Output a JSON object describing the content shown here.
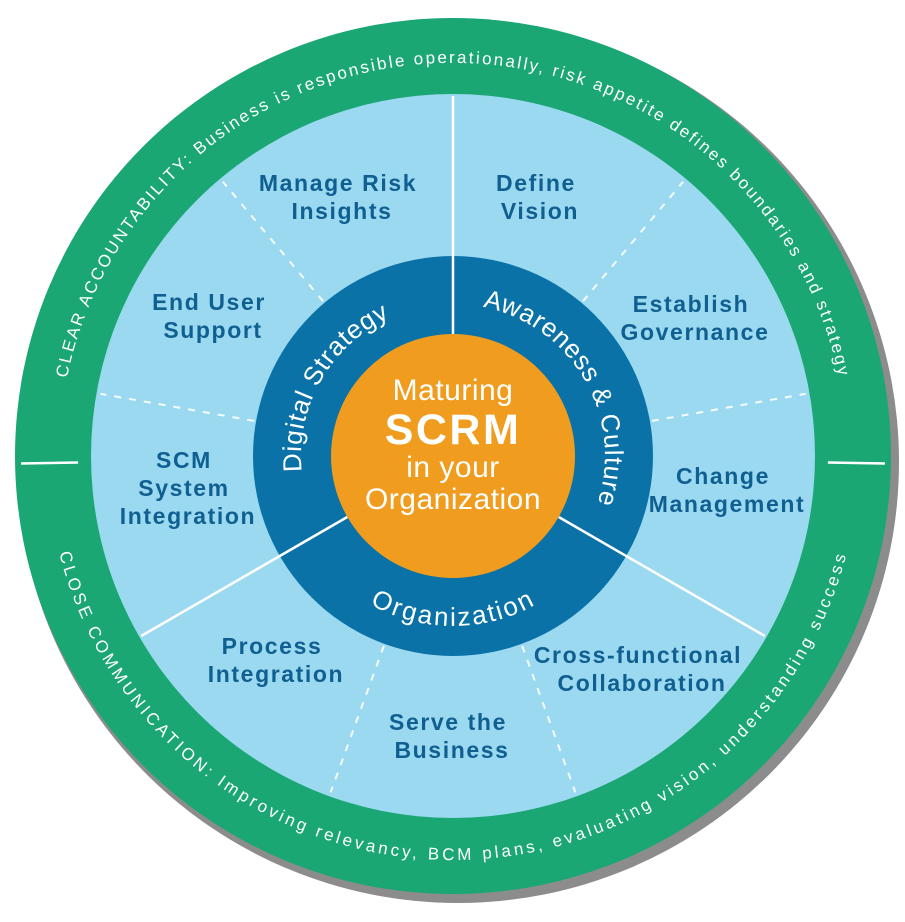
{
  "colors": {
    "outer_ring_green": "#1AA774",
    "mid_ring_light_blue": "#9BD9F1",
    "inner_ring_dark_blue": "#0A72A7",
    "center_orange": "#F09C1E",
    "segment_label_navy": "#0F5F91",
    "ring_text_white": "#FFFFFF",
    "shadow_gray": "#8C8C8C"
  },
  "outer_ring": {
    "top_text": "CLEAR ACCOUNTABILITY: Business is responsible operationally, risk appetite defines boundaries and strategy",
    "bottom_text": "CLOSE COMMUNICATION: Improving relevancy, BCM plans, evaluating vision, understanding success"
  },
  "sectors": [
    {
      "title": "Digital Strategy"
    },
    {
      "title": "Awareness & Culture"
    },
    {
      "title": "Organization"
    }
  ],
  "center": {
    "line1": "Maturing",
    "line2": "SCRM",
    "line3": "in your",
    "line4": "Organization"
  },
  "segments": [
    {
      "lines": [
        "Manage Risk",
        "Insights"
      ]
    },
    {
      "lines": [
        "Define",
        "Vision"
      ]
    },
    {
      "lines": [
        "Establish",
        "Governance"
      ]
    },
    {
      "lines": [
        "Change",
        "Management"
      ]
    },
    {
      "lines": [
        "Cross-functional",
        "Collaboration"
      ]
    },
    {
      "lines": [
        "Serve the",
        "Business"
      ]
    },
    {
      "lines": [
        "Process",
        "Integration"
      ]
    },
    {
      "lines": [
        "SCM",
        "System",
        "Integration"
      ]
    },
    {
      "lines": [
        "End User",
        "Support"
      ]
    }
  ]
}
